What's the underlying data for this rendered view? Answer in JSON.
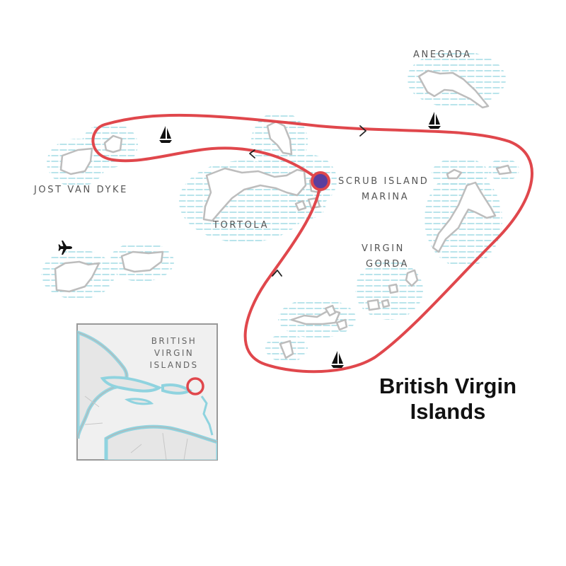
{
  "title": "British Virgin Islands",
  "labels": {
    "anegada": "ANEGADA",
    "jost_van_dyke": "JOST VAN DYKE",
    "scrub_line1": "SCRUB ISLAND",
    "scrub_line2": "MARINA",
    "tortola": "TORTOLA",
    "virgin_line1": "VIRGIN",
    "virgin_line2": "GORDA"
  },
  "inset": {
    "line1": "BRITISH",
    "line2": "VIRGIN",
    "line3": "ISLANDS"
  },
  "colors": {
    "route": "#e0474c",
    "marina_marker": "#5b3e9e",
    "water_lines": "#8fd3df",
    "island_outline": "#bdbdbd",
    "inset_border": "#999999"
  },
  "icons": [
    "airplane-icon",
    "sailboat-icon",
    "sailboat-icon",
    "sailboat-icon",
    "route-arrow-icon"
  ]
}
